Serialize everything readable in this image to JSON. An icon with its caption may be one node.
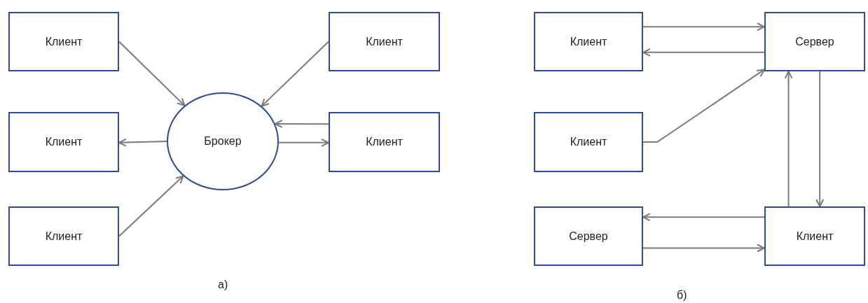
{
  "diagram": {
    "nodes": [
      {
        "text": [
          "Клиент"
        ]
      },
      {
        "text": [
          "Клиент"
        ]
      },
      {
        "text": [
          "Клиент"
        ]
      },
      {
        "text": [
          "Брокер"
        ]
      },
      {
        "text": [
          "Клиент"
        ]
      },
      {
        "text": [
          "Клиент"
        ]
      },
      {
        "text": [
          "Клиент"
        ]
      },
      {
        "text": [
          "Сервер"
        ]
      },
      {
        "text": [
          "Клиент"
        ]
      },
      {
        "text": [
          "Сервер"
        ]
      },
      {
        "text": [
          "Клиент"
        ]
      }
    ],
    "edges": [
      {
        "from": 0,
        "to": 3,
        "arrow": "to"
      },
      {
        "from": 1,
        "to": 3,
        "arrow": "to"
      },
      {
        "from": 3,
        "to": 2,
        "arrow": "to"
      },
      {
        "from": 5,
        "to": 3,
        "arrow": "to"
      },
      {
        "from": 4,
        "to": 3,
        "arrow": "to"
      },
      {
        "from": 3,
        "to": 4,
        "arrow": "to"
      },
      {
        "from": 6,
        "to": 7,
        "arrow": "to"
      },
      {
        "from": 7,
        "to": 6,
        "arrow": "to"
      },
      {
        "from": 8,
        "to": 7,
        "arrow": "to"
      },
      {
        "from": 10,
        "to": 7,
        "arrow": "to"
      },
      {
        "from": 7,
        "to": 10,
        "arrow": "to"
      },
      {
        "from": 10,
        "to": 9,
        "arrow": "to"
      },
      {
        "from": 9,
        "to": 10,
        "arrow": "to"
      }
    ],
    "labels": [
      "а)",
      "б)"
    ]
  }
}
